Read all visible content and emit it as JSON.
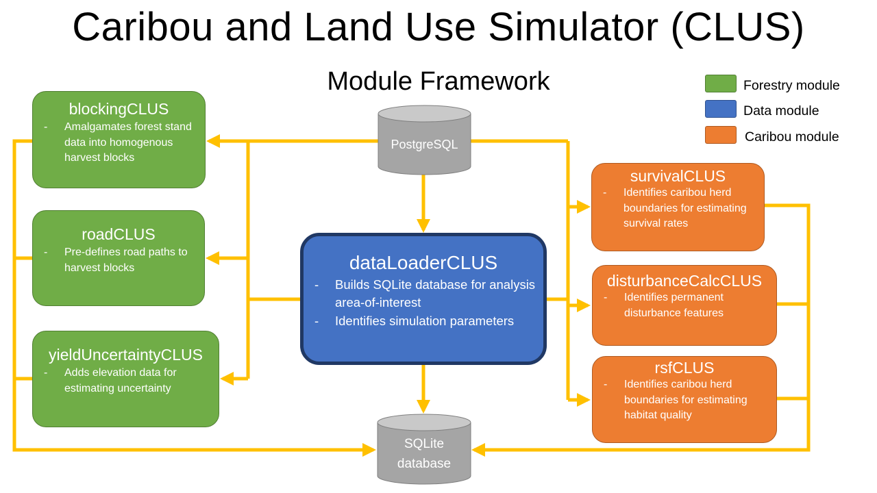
{
  "title": "Caribou and Land Use Simulator (CLUS)",
  "subtitle": "Module Framework",
  "legend": [
    {
      "label": "Forestry module",
      "color": "#70AD47"
    },
    {
      "label": "Data module",
      "color": "#4472C4"
    },
    {
      "label": "Caribou module",
      "color": "#ED7D31"
    }
  ],
  "databases": {
    "postgres": {
      "label": "PostgreSQL"
    },
    "sqlite": {
      "line1": "SQLite",
      "line2": "database"
    }
  },
  "modules": {
    "blocking": {
      "title": "blockingCLUS",
      "bullets": [
        "Amalgamates forest stand data into homogenous harvest blocks"
      ]
    },
    "road": {
      "title": "roadCLUS",
      "bullets": [
        "Pre-defines road paths to harvest blocks"
      ]
    },
    "yield": {
      "title": "yieldUncertaintyCLUS",
      "bullets": [
        "Adds elevation data for estimating uncertainty"
      ]
    },
    "dataLoader": {
      "title": "dataLoaderCLUS",
      "bullets": [
        "Builds SQLite database for analysis area-of-interest",
        "Identifies simulation parameters"
      ]
    },
    "survival": {
      "title": "survivalCLUS",
      "bullets": [
        "Identifies caribou herd boundaries for estimating survival rates"
      ]
    },
    "disturbance": {
      "title": "disturbanceCalcCLUS",
      "bullets": [
        "Identifies permanent disturbance features"
      ]
    },
    "rsf": {
      "title": "rsfCLUS",
      "bullets": [
        "Identifies caribou herd boundaries for estimating habitat quality"
      ]
    }
  },
  "connector_color": "#FFC000"
}
